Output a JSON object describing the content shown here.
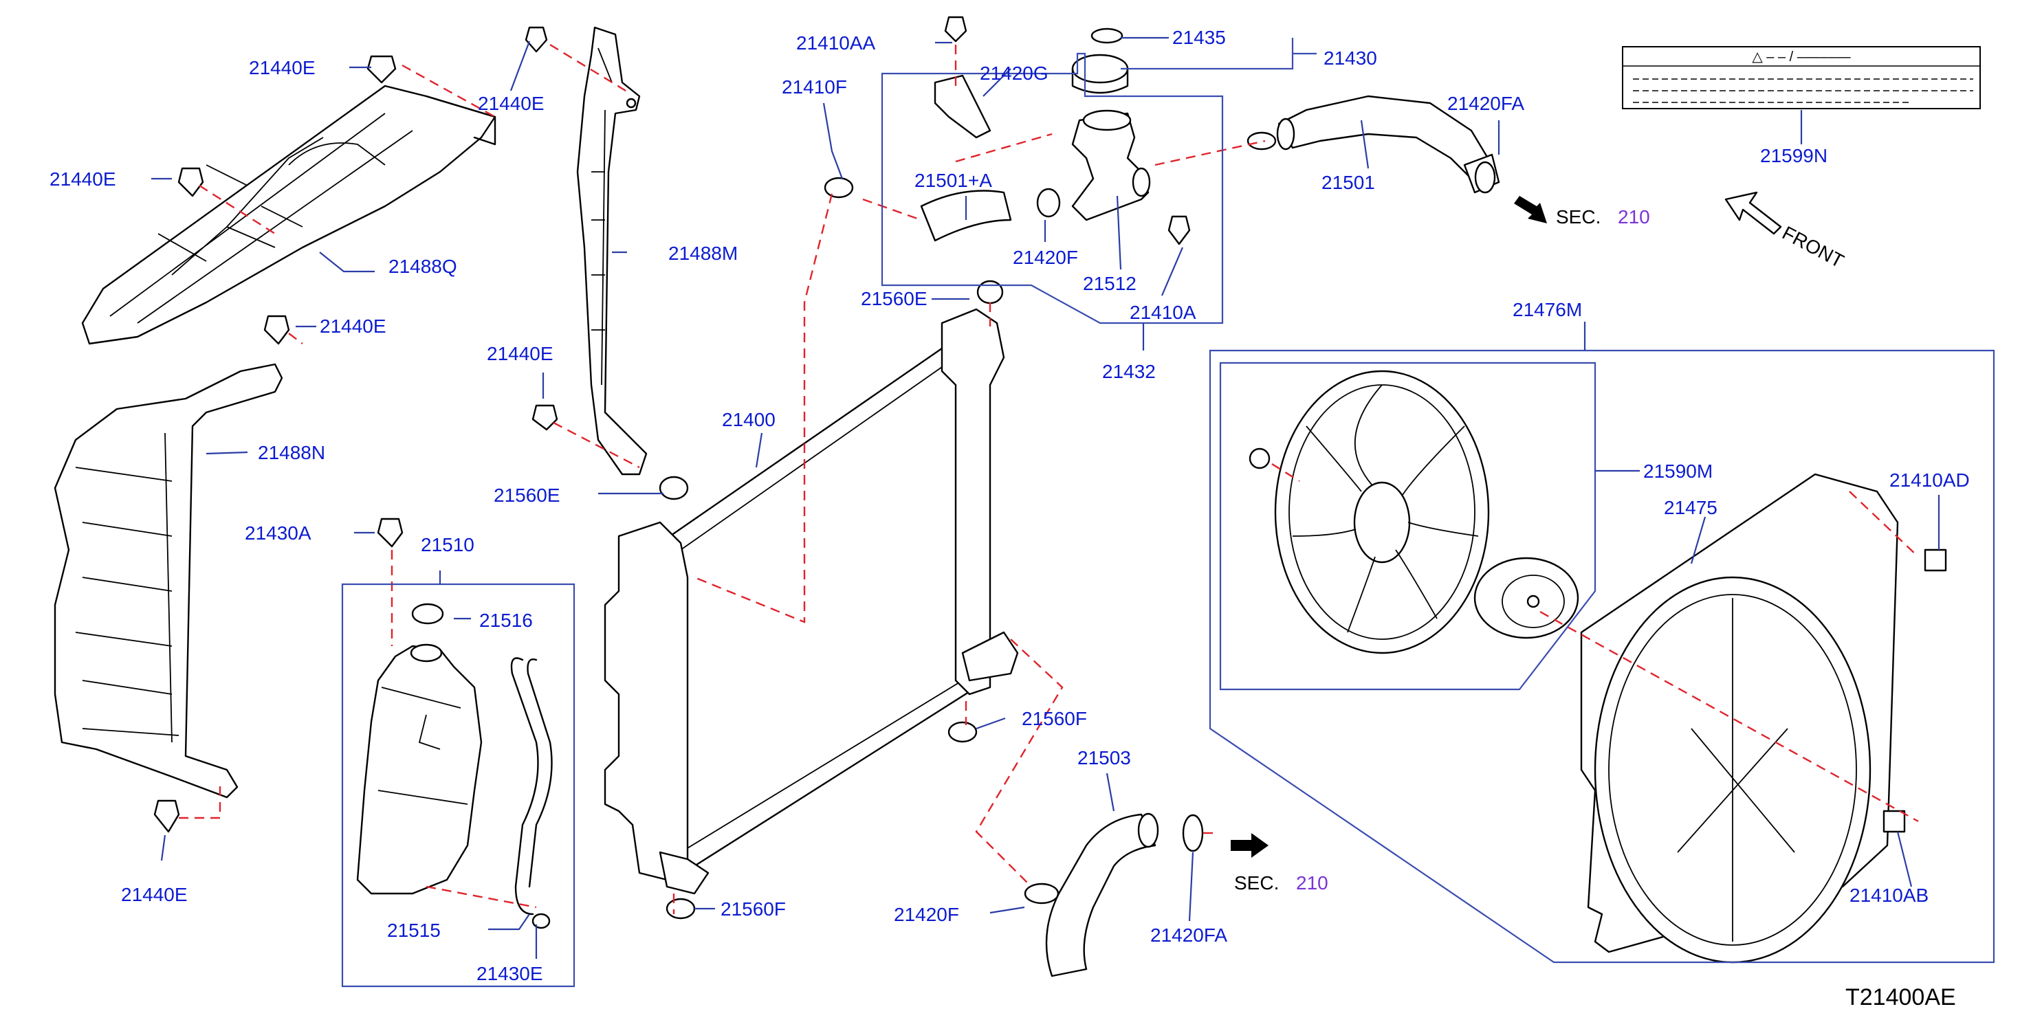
{
  "part_numbers": {
    "p21440E_a": "21440E",
    "p21440E_b": "21440E",
    "p21440E_c": "21440E",
    "p21440E_d": "21440E",
    "p21440E_e": "21440E",
    "p21440E_f": "21440E",
    "p21488Q": "21488Q",
    "p21488M": "21488M",
    "p21488N": "21488N",
    "p21430A": "21430A",
    "p21510": "21510",
    "p21516": "21516",
    "p21515": "21515",
    "p21430E": "21430E",
    "p21410AA": "21410AA",
    "p21420G": "21420G",
    "p21410F": "21410F",
    "p21501A": "21501+A",
    "p21420F_a": "21420F",
    "p21512": "21512",
    "p21410A": "21410A",
    "p21432": "21432",
    "p21435": "21435",
    "p21430": "21430",
    "p21420FA_a": "21420FA",
    "p21501": "21501",
    "p21599N": "21599N",
    "p21560E_a": "21560E",
    "p21560E_b": "21560E",
    "p21400": "21400",
    "p21560F_a": "21560F",
    "p21560F_b": "21560F",
    "p21503": "21503",
    "p21420F_b": "21420F",
    "p21420FA_b": "21420FA",
    "p21476M": "21476M",
    "p21590M": "21590M",
    "p21475": "21475",
    "p21410AD": "21410AD",
    "p21410AB": "21410AB"
  },
  "section_refs": {
    "sec_top_label": "SEC.",
    "sec_top_number": "210",
    "sec_bottom_label": "SEC.",
    "sec_bottom_number": "210"
  },
  "front_indicator": "FRONT",
  "warning_label": {
    "line1": "△ – – / –––––––"
  },
  "drawing_ref": "T21400AE",
  "colors": {
    "part_number": "#0b1bd0",
    "leader_line": "#2a3da6",
    "assembly_line": "#e0242b",
    "section_number": "#7a34d6",
    "linework": "#000000"
  }
}
